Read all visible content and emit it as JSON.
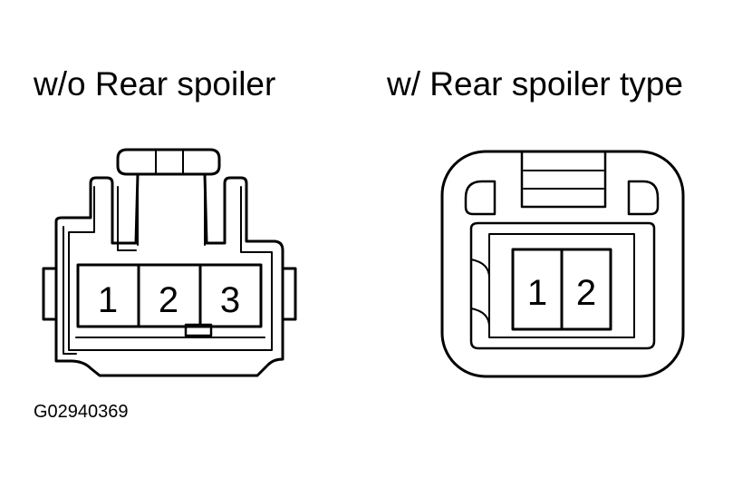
{
  "title_left": "w/o Rear spoiler",
  "title_right": "w/ Rear spoiler type",
  "figure_id": "G02940369",
  "connector_left": {
    "pins": [
      "1",
      "2",
      "3"
    ]
  },
  "connector_right": {
    "pins": [
      "1",
      "2"
    ]
  },
  "colors": {
    "line": "#000000",
    "background": "#ffffff"
  }
}
